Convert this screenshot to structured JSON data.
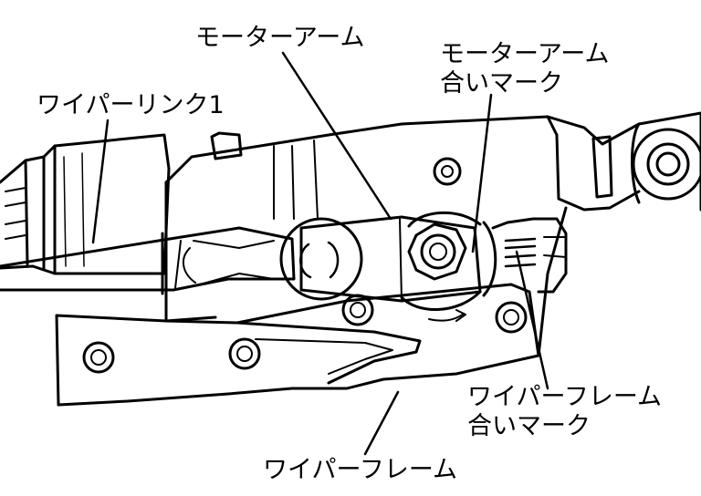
{
  "labels": {
    "motor_arm": "モーターアーム",
    "motor_arm_mark": [
      "モーターアーム",
      "合いマーク"
    ],
    "wiper_link": "ワイパーリンク1",
    "frame_mark": [
      "ワイパーフレーム",
      "合いマーク"
    ],
    "frame": "ワイパーフレーム"
  }
}
